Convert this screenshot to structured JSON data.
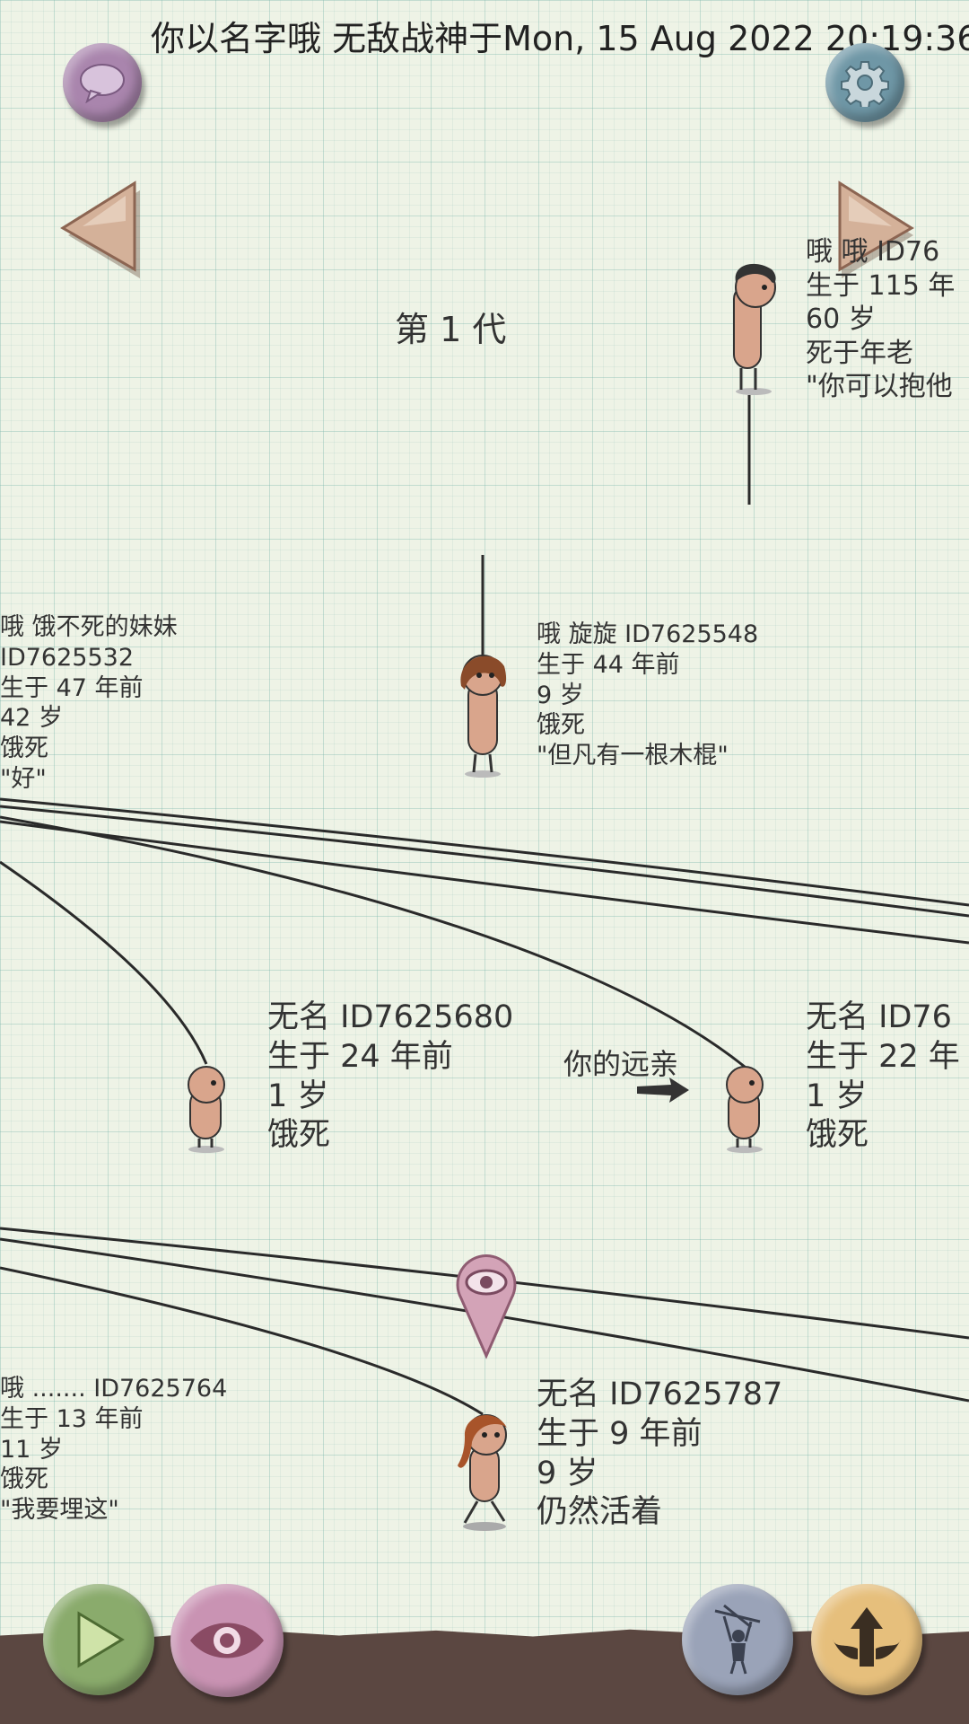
{
  "header": {
    "title": "你以名字哦 无敌战神于Mon, 15 Aug 2022 20:19:36"
  },
  "generation_label": "第 1 代",
  "persons": [
    {
      "name_id": "哦 哦 ID76",
      "born": "生于 115 年",
      "age": "60 岁",
      "death": "死于年老",
      "quote": "\"你可以抱他"
    },
    {
      "name_id": "哦 饿不死的妹妹",
      "id_line": "ID7625532",
      "born": "生于 47 年前",
      "age": "42 岁",
      "death": "饿死",
      "quote": "\"好\""
    },
    {
      "name_id": "哦 旋旋 ID7625548",
      "born": "生于 44 年前",
      "age": "9 岁",
      "death": "饿死",
      "quote": "\"但凡有一根木棍\""
    },
    {
      "name_id": "无名 ID7625680",
      "born": "生于 24 年前",
      "age": "1 岁",
      "death": "饿死"
    },
    {
      "name_id": "无名 ID76",
      "born": "生于 22 年",
      "age": "1 岁",
      "death": "饿死"
    },
    {
      "name_id": "哦 ....... ID7625764",
      "born": "生于 13 年前",
      "age": "11 岁",
      "death": "饿死",
      "quote": "\"我要埋这\""
    },
    {
      "name_id": "无名 ID7625787",
      "born": "生于 9 年前",
      "age": "9 岁",
      "death": "仍然活着"
    }
  ],
  "relative_tag": "你的远亲",
  "icons": {
    "chat": "speech-bubble-icon",
    "settings": "gear-icon",
    "prev": "triangle-left-icon",
    "next": "triangle-right-icon",
    "play": "play-icon",
    "view": "eye-icon",
    "puppet": "puppet-icon",
    "ascend": "winged-arrow-up-icon",
    "pin": "eye-pin-icon"
  },
  "colors": {
    "paper": "#eef3e6",
    "grid": "#9fc9bf",
    "ground": "#5b4741",
    "skin": "#d9a58c"
  }
}
